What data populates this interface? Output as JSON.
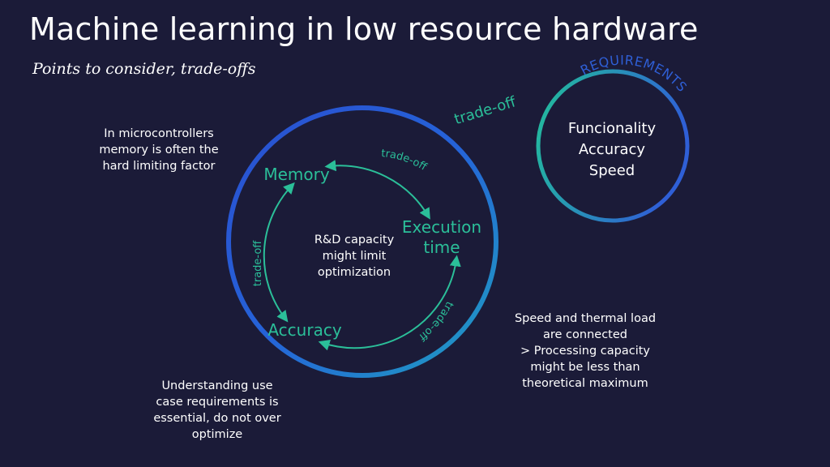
{
  "header": {
    "title": "Machine learning in low resource hardware",
    "subtitle": "Points to consider, trade-offs"
  },
  "cycle": {
    "nodes": {
      "memory": "Memory",
      "execution_line1": "Execution",
      "execution_line2": "time",
      "accuracy": "Accuracy"
    },
    "center": [
      "R&D capacity",
      "might limit",
      "optimization"
    ],
    "tradeoff_label": "trade-off"
  },
  "requirements": {
    "arc_label": "REQUIREMENTS",
    "items": [
      "Funcionality",
      "Accuracy",
      "Speed"
    ],
    "tradeoff_label": "trade-off"
  },
  "notes": {
    "memory_note": [
      "In microcontrollers",
      "memory is often the",
      "hard limiting factor"
    ],
    "usecase_note": [
      "Understanding use",
      "case requirements is",
      "essential, do not over",
      "optimize"
    ],
    "speed_note": [
      "Speed and thermal load",
      "are connected",
      "> Processing capacity",
      "might be less than",
      "theoretical maximum"
    ]
  },
  "colors": {
    "background": "#1b1b38",
    "teal": "#2bbf99",
    "blue": "#2f5fd6"
  }
}
